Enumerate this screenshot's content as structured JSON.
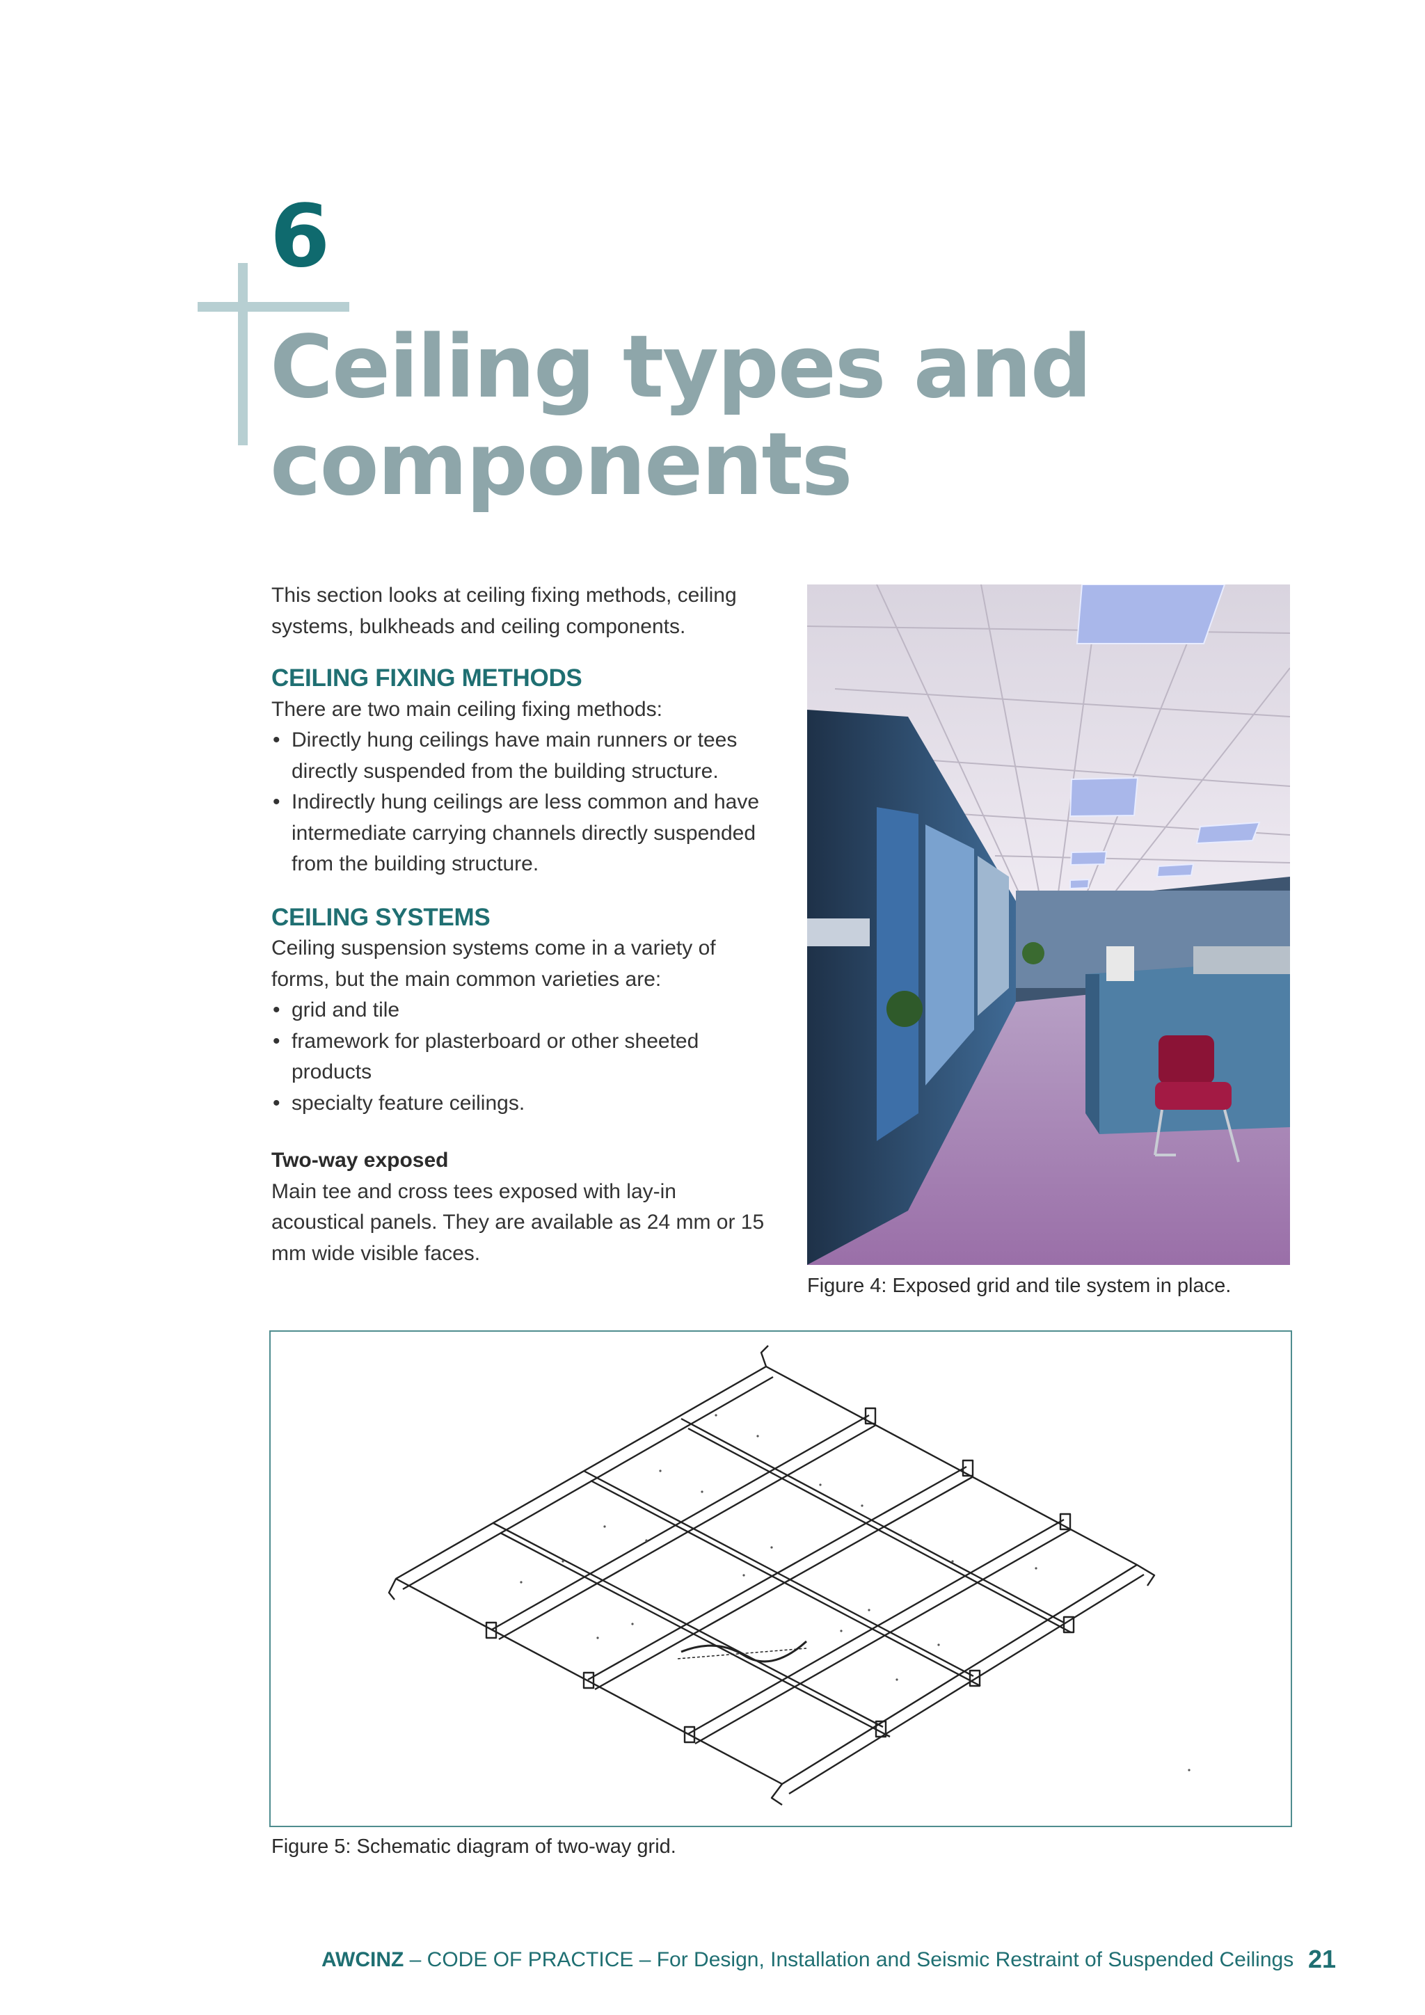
{
  "chapter": {
    "number": "6",
    "title_line1": "Ceiling types and",
    "title_line2": "components"
  },
  "intro": "This section looks at ceiling fixing methods, ceiling systems, bulkheads and ceiling components.",
  "fixing_methods": {
    "heading": "CEILING FIXING METHODS",
    "lead": "There are two main ceiling fixing methods:",
    "items": [
      "Directly hung ceilings have main runners or tees directly suspended from the building structure.",
      "Indirectly hung ceilings are less common and have intermediate carrying channels directly suspended from the building structure."
    ]
  },
  "ceiling_systems": {
    "heading": "CEILING SYSTEMS",
    "lead": "Ceiling suspension systems come in a variety of forms, but the main common varieties are:",
    "items": [
      "grid and tile",
      "framework for plasterboard or other sheeted products",
      "specialty feature ceilings."
    ]
  },
  "two_way": {
    "heading": "Two-way exposed",
    "text": "Main tee and cross tees exposed with lay-in acoustical panels. They are available as 24 mm or 15 mm wide visible faces."
  },
  "figure4_caption": "Figure 4: Exposed grid and tile system in place.",
  "figure5_caption": "Figure 5: Schematic diagram of two-way grid.",
  "footer": {
    "brand": "AWCINZ",
    "text": " – CODE OF PRACTICE – For Design, Installation and Seismic Restraint of Suspended Ceilings",
    "page_number": "21"
  },
  "colors": {
    "teal_dark": "#0f6a6e",
    "title_grey": "#8ea6aa",
    "heading_teal": "#1f6f72"
  }
}
